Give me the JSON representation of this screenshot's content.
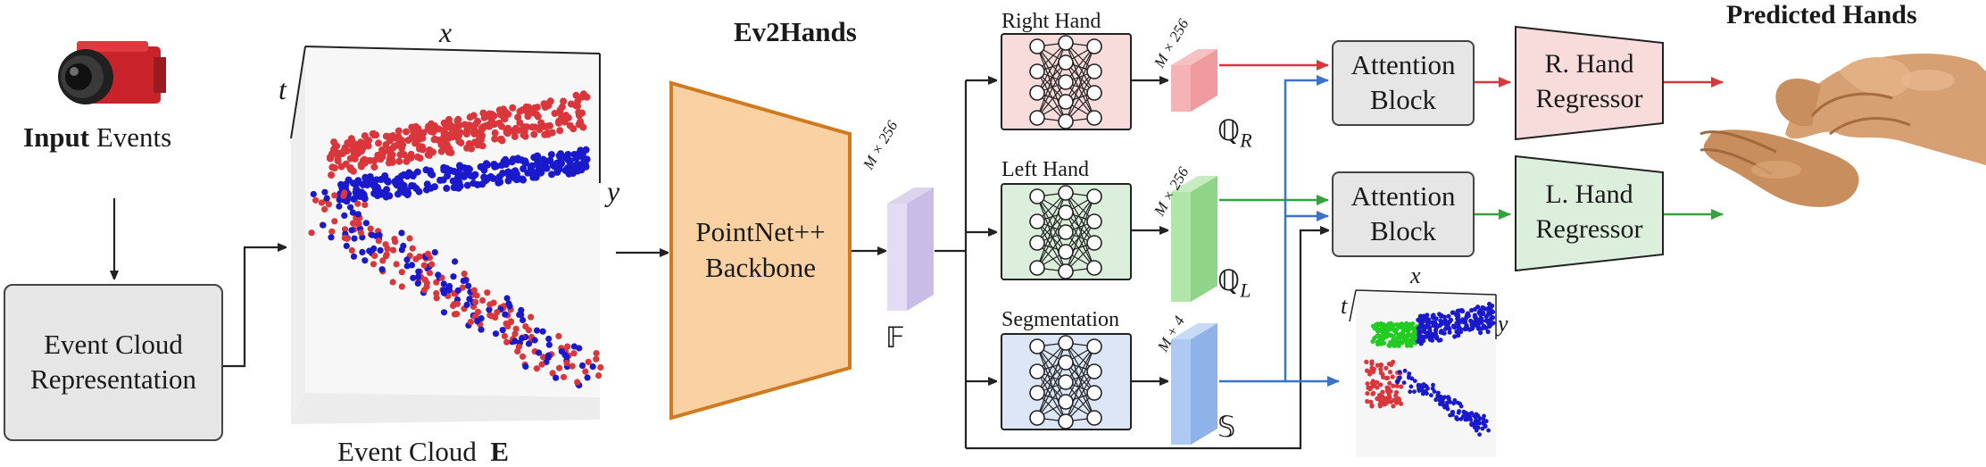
{
  "input": {
    "bold": "Input",
    "rest": " Events",
    "camera_icon": "event-camera-icon"
  },
  "event_cloud_repr": {
    "line1": "Event Cloud",
    "line2": "Representation"
  },
  "event_cloud": {
    "caption": "Event Cloud",
    "symbol": "E",
    "axis_x": "x",
    "axis_y": "y",
    "axis_t": "t"
  },
  "title": "Ev2Hands",
  "backbone": {
    "line1": "PointNet++",
    "line2": "Backbone"
  },
  "feature": {
    "dims": "M × 256",
    "symbol": "𝔽"
  },
  "branches": [
    {
      "label": "Right Hand",
      "dims": "M × 256",
      "symbol": "ℚ",
      "sub": "R",
      "color": "#f4a8ab",
      "box": "#f8dcdc"
    },
    {
      "label": "Left Hand",
      "dims": "M × 256",
      "symbol": "ℚ",
      "sub": "L",
      "color": "#a6dc9e",
      "box": "#dcefdc"
    },
    {
      "label": "Segmentation",
      "dims": "M + 4",
      "symbol": "𝕊",
      "sub": "",
      "color": "#a8c4ef",
      "box": "#dce6f6"
    }
  ],
  "attention": [
    {
      "line1": "Attention",
      "line2": "Block"
    },
    {
      "line1": "Attention",
      "line2": "Block"
    }
  ],
  "regressors": [
    {
      "line1": "R. Hand",
      "line2": "Regressor",
      "color": "#f8dcdc"
    },
    {
      "line1": "L. Hand",
      "line2": "Regressor",
      "color": "#dcefdc"
    }
  ],
  "seg_cloud": {
    "axis_x": "x",
    "axis_y": "y",
    "axis_t": "t"
  },
  "output": {
    "title": "Predicted Hands",
    "icon": "hand-mesh-icon"
  },
  "colors": {
    "red": "#d9373c",
    "green": "#34a23a",
    "blue": "#3a74c9",
    "backbone": "#f9d1a2",
    "backbone_border": "#cf7a1e",
    "gray_box": "#e6e6e6"
  }
}
